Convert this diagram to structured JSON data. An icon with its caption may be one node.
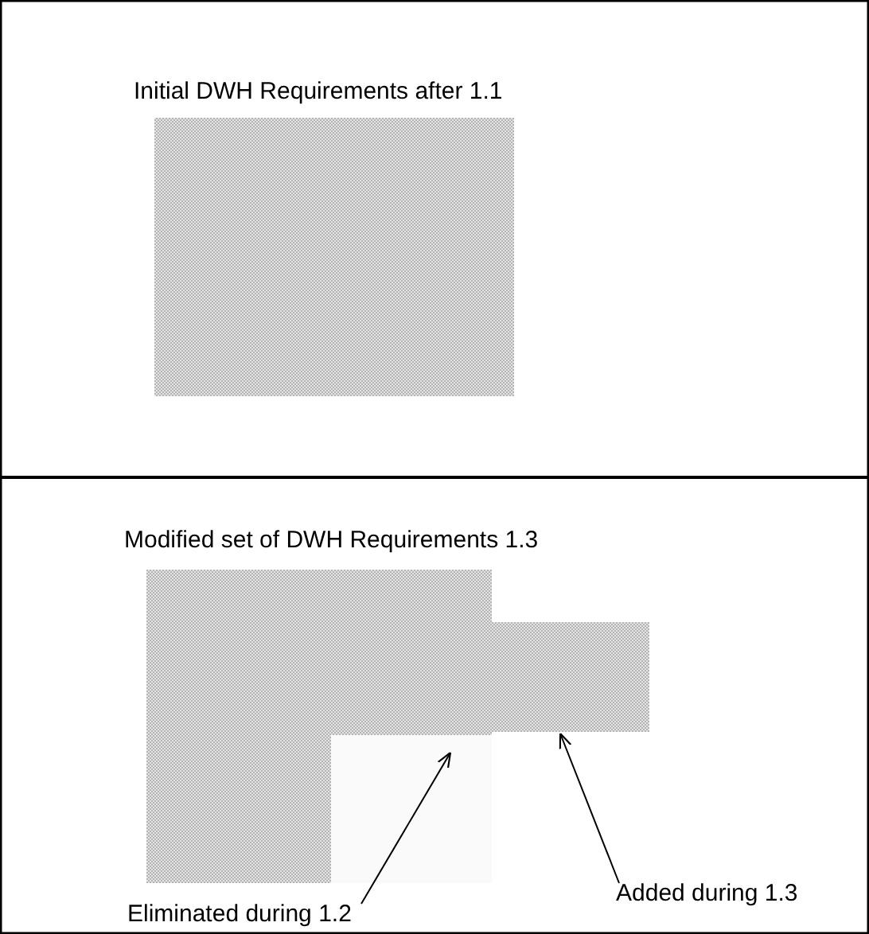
{
  "diagram": {
    "nodes": [
      {
        "text": [],
        "shape": "box"
      },
      {
        "text": [],
        "shape": "box"
      },
      {
        "text": [
          "Added during 1.3"
        ]
      },
      {
        "text": [
          "Eliminated during 1.2"
        ]
      }
    ],
    "edges": [
      {
        "from": 2,
        "to": 1,
        "arrow": "to"
      },
      {
        "from": 3,
        "to": 0,
        "arrow": "to"
      }
    ],
    "labels": [
      "Initial DWH Requirements after 1.1",
      "Modified set of DWH Requirements 1.3"
    ]
  }
}
